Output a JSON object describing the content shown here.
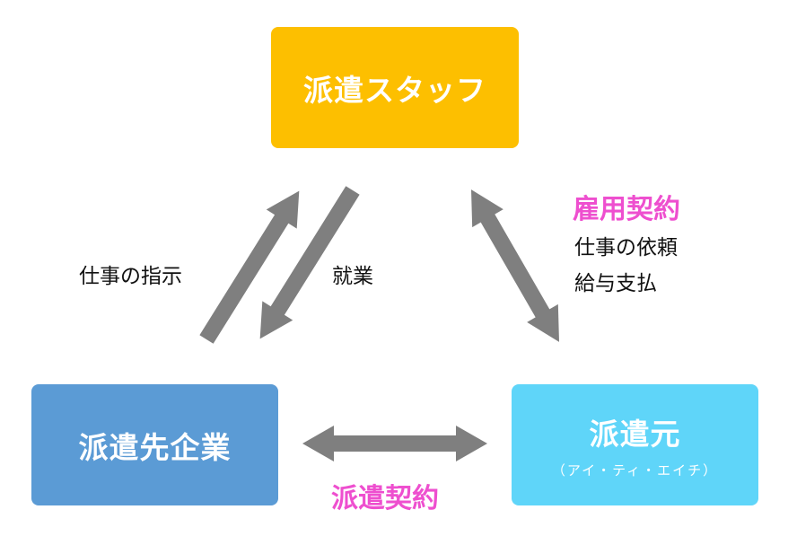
{
  "nodes": {
    "staff": {
      "label": "派遣スタッフ",
      "color": "#fdbf00"
    },
    "client": {
      "label": "派遣先企業",
      "color": "#5b9bd5"
    },
    "agency": {
      "label": "派遣元",
      "sublabel": "（アイ・ティ・エイチ）",
      "color": "#5fd5f9"
    }
  },
  "edges": {
    "client_to_staff": {
      "label": "仕事の指示"
    },
    "staff_to_client": {
      "label": "就業"
    },
    "staff_agency": {
      "title": "雇用契約",
      "lines": [
        "仕事の依頼",
        "給与支払"
      ]
    },
    "client_agency": {
      "label": "派遣契約"
    }
  },
  "colors": {
    "arrow": "#7f7f7f",
    "accent": "#ee4fcf"
  }
}
